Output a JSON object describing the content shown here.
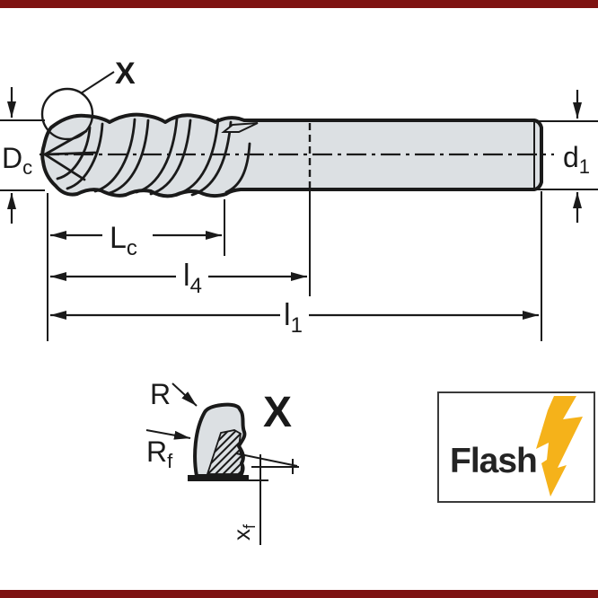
{
  "colors": {
    "accent_red": "#7E1312",
    "line": "#1a1a1a",
    "body_fill": "#dce0e3",
    "flash_yellow": "#F5B21A",
    "flash_text": "#242424",
    "background": "#ffffff"
  },
  "drawing": {
    "detail_callout_label": "X",
    "dimensions": {
      "dc": {
        "main": "D",
        "sub": "c"
      },
      "d1": {
        "main": "d",
        "sub": "1"
      },
      "lc": {
        "main": "L",
        "sub": "c"
      },
      "l4": {
        "main": "l",
        "sub": "4"
      },
      "l1": {
        "main": "l",
        "sub": "1"
      }
    }
  },
  "detail_view": {
    "title": "X",
    "r_label": "R",
    "rf": {
      "main": "R",
      "sub": "f"
    },
    "xf": {
      "main": "x",
      "sub": "f"
    }
  },
  "flash_badge": {
    "label": "Flash"
  }
}
